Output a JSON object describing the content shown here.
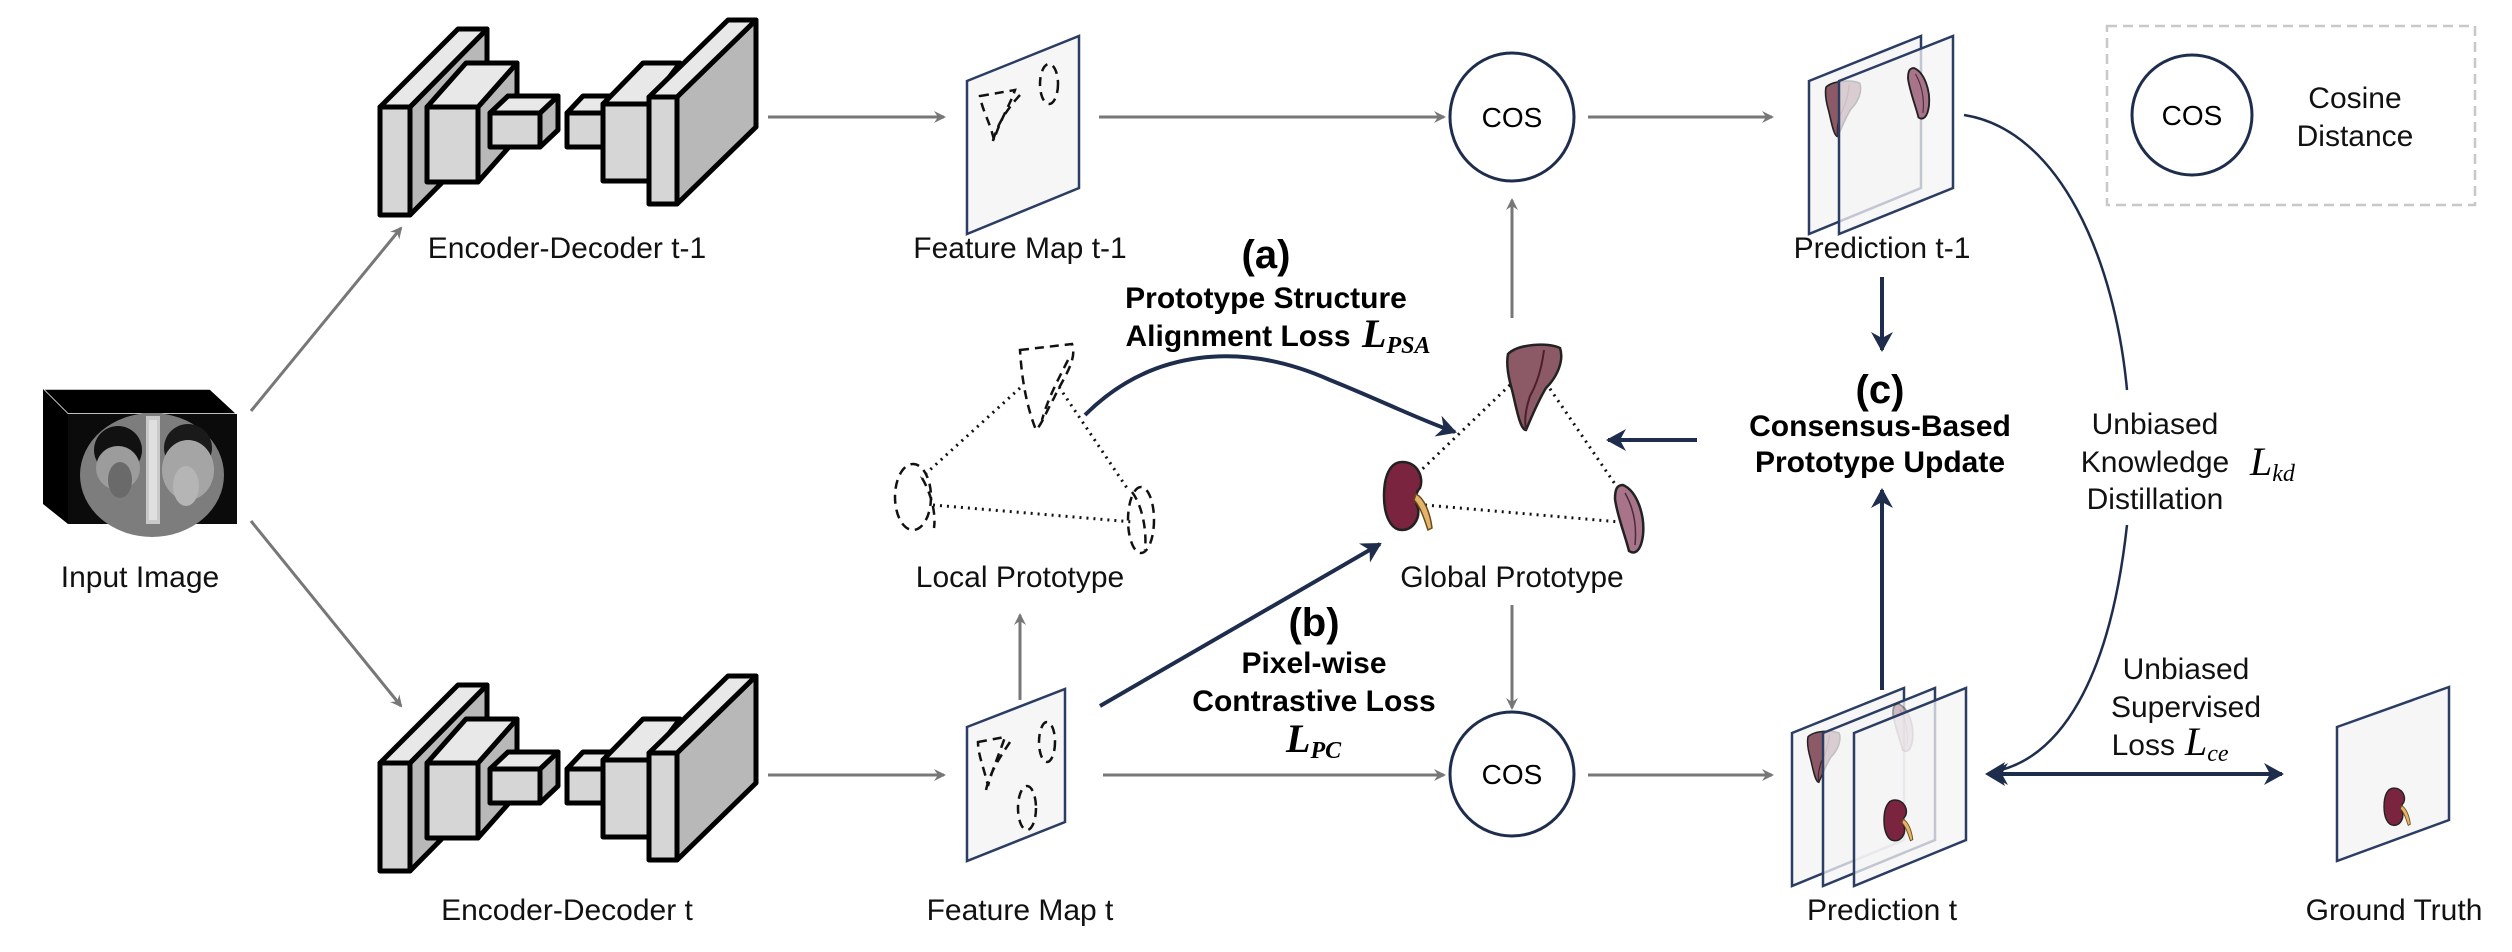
{
  "colors": {
    "navy": "#1f2d4d",
    "gray_arrow": "#777777",
    "liver": "#8b5a66",
    "kidney": "#7a2440",
    "spleen": "#a8748a",
    "ureter": "#e3b46a"
  },
  "nodes": {
    "input_image": "Input Image",
    "encoder_decoder_prev": "Encoder-Decoder t-1",
    "encoder_decoder_curr": "Encoder-Decoder t",
    "feature_map_prev": "Feature Map t-1",
    "feature_map_curr": "Feature Map t",
    "local_prototype": "Local Prototype",
    "global_prototype": "Global Prototype",
    "cos_top": "COS",
    "cos_bottom": "COS",
    "prediction_prev": "Prediction t-1",
    "prediction_curr": "Prediction t",
    "ground_truth": "Ground Truth"
  },
  "modules": {
    "a": {
      "tag": "(a)",
      "line1": "Prototype Structure",
      "line2": "Alignment Loss",
      "math_main": "L",
      "math_sub": "PSA"
    },
    "b": {
      "tag": "(b)",
      "line1": "Pixel-wise",
      "line2": "Contrastive Loss",
      "math_main": "L",
      "math_sub": "PC"
    },
    "c": {
      "tag": "(c)",
      "line1": "Consensus-Based",
      "line2": "Prototype Update"
    }
  },
  "losses": {
    "kd": {
      "line1": "Unbiased",
      "line2": "Knowledge",
      "line3": "Distillation",
      "math_main": "L",
      "math_sub": "kd"
    },
    "ce": {
      "line1": "Unbiased",
      "line2": "Supervised",
      "line3": "Loss",
      "math_main": "L",
      "math_sub": "ce"
    }
  },
  "legend": {
    "symbol": "COS",
    "line1": "Cosine",
    "line2": "Distance"
  }
}
